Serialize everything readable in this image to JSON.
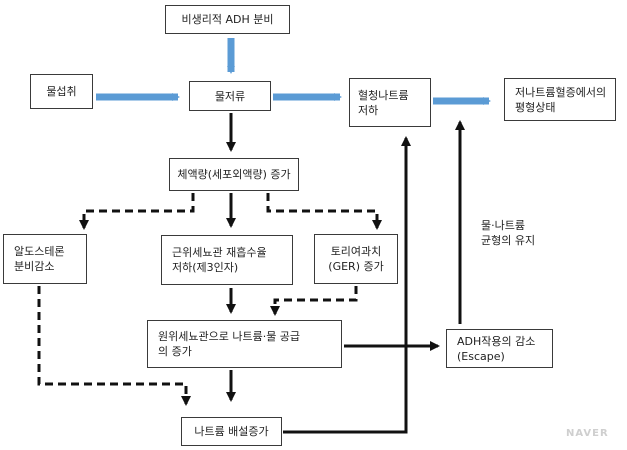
{
  "nodes": {
    "nonosmotic_adh": "비생리적 ADH 분비",
    "water_intake": "물섭취",
    "water_retention": "물저류",
    "hyponatremia": "혈청나트륨\n저하",
    "steady_state": "저나트륨혈증에서의\n평형상태",
    "volume_increase": "체액량(세포외액량) 증가",
    "aldosterone": "알도스테론\n분비감소",
    "proximal_reabsorption": "근위세뇨관 재흡수율\n저하(제3인자)",
    "ger": "토리여과치\n(GER) 증가",
    "distal_delivery": "원위세뇨관으로 나트륨·물 공급\n의 증가",
    "adh_escape": "ADH작용의 감소\n(Escape)",
    "sodium_excretion": "나트륨 배설증가"
  },
  "annotations": {
    "balance": "물·나트륨\n균형의 유지"
  },
  "watermark": "NAVER",
  "colors": {
    "blue_arrow": "#5b9bd5",
    "line": "#111111"
  }
}
